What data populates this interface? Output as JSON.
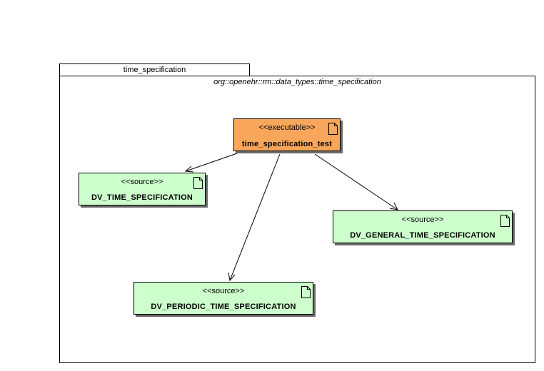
{
  "package": {
    "tab_label": "time_specification",
    "path_label": "org::openehr::rm::data_types::time_specification"
  },
  "nodes": {
    "test": {
      "stereotype": "<<executable>>",
      "name": "time_specification_test"
    },
    "dv_time": {
      "stereotype": "<<source>>",
      "name": "DV_TIME_SPECIFICATION"
    },
    "dv_general": {
      "stereotype": "<<source>>",
      "name": "DV_GENERAL_TIME_SPECIFICATION"
    },
    "dv_periodic": {
      "stereotype": "<<source>>",
      "name": "DV_PERIODIC_TIME_SPECIFICATION"
    }
  },
  "colors": {
    "executable_fill": "#f7a65b",
    "source_fill": "#ccffcc"
  },
  "edges": [
    {
      "from": "time_specification_test",
      "to": "DV_TIME_SPECIFICATION"
    },
    {
      "from": "time_specification_test",
      "to": "DV_GENERAL_TIME_SPECIFICATION"
    },
    {
      "from": "time_specification_test",
      "to": "DV_PERIODIC_TIME_SPECIFICATION"
    }
  ]
}
